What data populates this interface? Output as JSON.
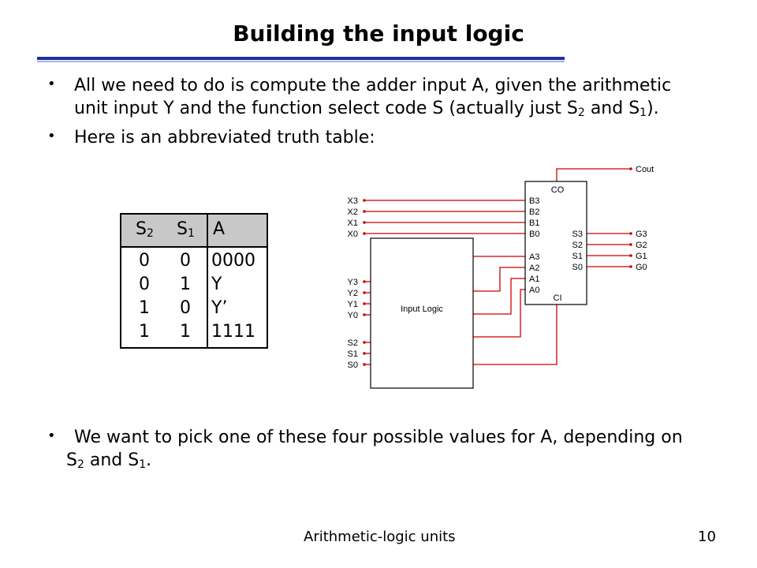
{
  "slide": {
    "title": "Building the input logic",
    "bullet1": {
      "line1": "All we need to do is compute the adder input A, given the arithmetic",
      "line2_pre": "unit input Y and the function select code S (actually just S",
      "sub_a": "2",
      "mid": " and S",
      "sub_b": "1",
      "post": ")."
    },
    "bullet2": "Here is an abbreviated truth table:",
    "bullet3": {
      "line1": "We want to pick one of these four possible values for A, depending on",
      "line2_pre": "S",
      "sub_a": "2",
      "mid": " and S",
      "sub_b": "1",
      "post": "."
    },
    "footer_left": "Arithmetic-logic units",
    "page_number": "10"
  },
  "truth_table": {
    "headers": {
      "s2": "S",
      "s2_sub": "2",
      "s1": "S",
      "s1_sub": "1",
      "a": "A"
    },
    "rows": [
      {
        "s2": "0",
        "s1": "0",
        "a": "0000"
      },
      {
        "s2": "0",
        "s1": "1",
        "a": "Y"
      },
      {
        "s2": "1",
        "s1": "0",
        "a": "Y’"
      },
      {
        "s2": "1",
        "s1": "1",
        "a": "1111"
      }
    ]
  },
  "circuit": {
    "x_inputs": [
      "X3",
      "X2",
      "X1",
      "X0"
    ],
    "y_inputs": [
      "Y3",
      "Y2",
      "Y1",
      "Y0"
    ],
    "s_inputs": [
      "S2",
      "S1",
      "S0"
    ],
    "input_logic_label": "Input Logic",
    "adder_b_pins": [
      "B3",
      "B2",
      "B1",
      "B0"
    ],
    "adder_a_pins": [
      "A3",
      "A2",
      "A1",
      "A0"
    ],
    "adder_s_pins": [
      "S3",
      "S2",
      "S1",
      "S0"
    ],
    "co_label": "CO",
    "ci_label": "CI",
    "cout_label": "Cout",
    "g_outputs": [
      "G3",
      "G2",
      "G1",
      "G0"
    ],
    "wire_color": "#cc0000",
    "dot_color": "#cc0000"
  }
}
